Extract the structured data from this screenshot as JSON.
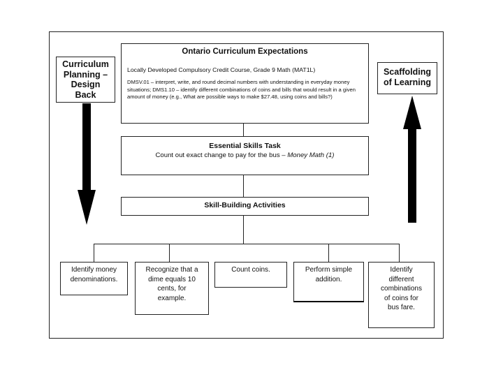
{
  "left_box": {
    "lines": [
      "Curriculum",
      "Planning –",
      "Design",
      "Back"
    ]
  },
  "right_box": {
    "lines": [
      "Scaffolding",
      "of Learning"
    ]
  },
  "expectations": {
    "title": "Ontario Curriculum Expectations",
    "course": "Locally Developed Compulsory Credit Course, Grade 9 Math (MAT1L)",
    "text": "DMSV.01 – interpret, write, and round decimal numbers with understanding in everyday money situations; DMS1.10 – identify different combinations of coins and bills that would result in a given amount of money (e.g., What are possible ways to make $27.48, using coins and bills?)"
  },
  "essential_task": {
    "title": "Essential Skills Task",
    "text": "Count out exact change to pay for the bus –",
    "source": "Money Math (1)"
  },
  "skill_building": {
    "title": "Skill-Building Activities"
  },
  "activities": [
    {
      "lines": [
        "Identify money",
        "denominations."
      ]
    },
    {
      "lines": [
        "Recognize that a",
        "dime equals 10",
        "cents, for",
        "example."
      ]
    },
    {
      "lines": [
        "Count coins."
      ]
    },
    {
      "lines": [
        "Perform simple",
        "addition."
      ]
    },
    {
      "lines": [
        "Identify",
        "different",
        "combinations",
        "of coins for",
        "bus fare."
      ]
    }
  ],
  "colors": {
    "line": "#222222",
    "arrow": "#000000",
    "background": "#ffffff"
  },
  "icons": {
    "down_arrow": "arrow-down-icon",
    "up_arrow": "arrow-up-icon"
  }
}
